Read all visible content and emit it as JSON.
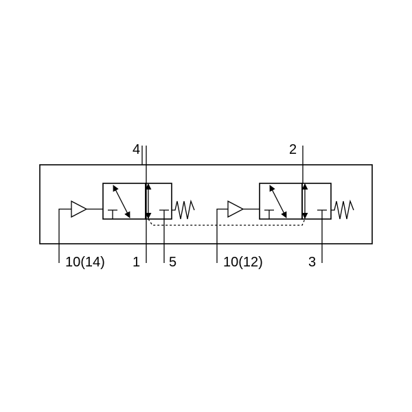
{
  "diagram": {
    "ports": {
      "p4": "4",
      "p2": "2",
      "p10_14": "10(14)",
      "p1": "1",
      "p5": "5",
      "p10_12": "10(12)",
      "p3": "3"
    }
  }
}
